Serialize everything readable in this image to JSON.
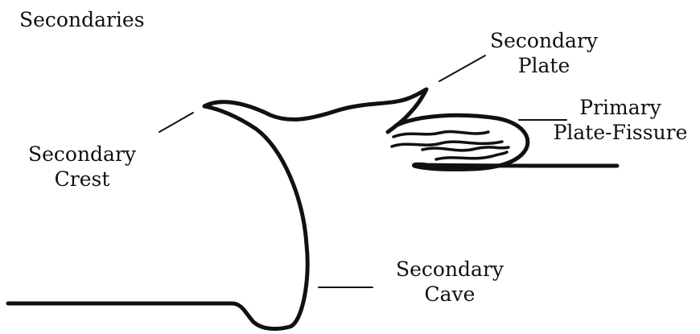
{
  "diagram": {
    "title": "Secondaries",
    "labels": {
      "secondary_plate": [
        "Secondary",
        "Plate"
      ],
      "primary_plate_fissure": [
        "Primary",
        "Plate-Fissure"
      ],
      "secondary_crest": [
        "Secondary",
        "Crest"
      ],
      "secondary_cave": [
        "Secondary",
        "Cave"
      ]
    }
  },
  "colors": {
    "background": "#ffffff",
    "ink": "#111111"
  }
}
